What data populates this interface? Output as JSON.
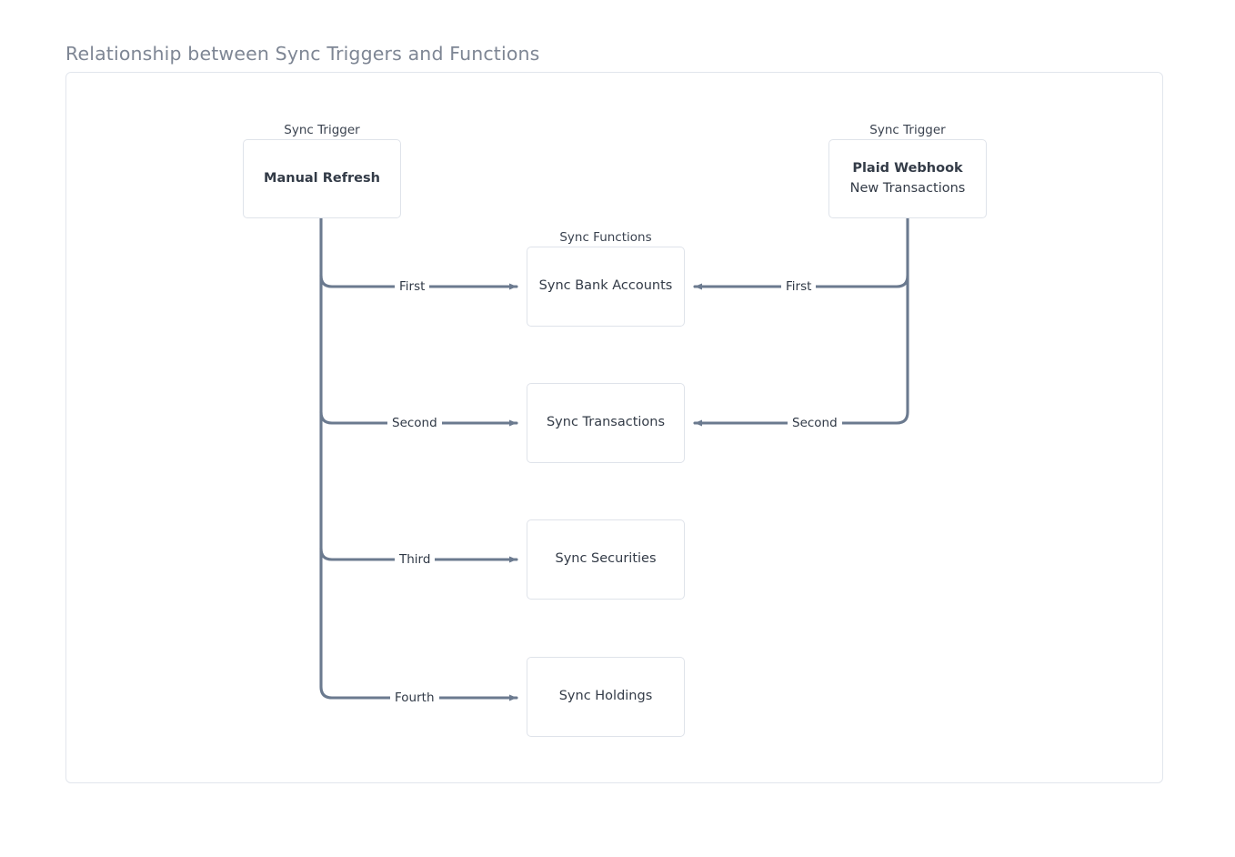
{
  "page": {
    "title": "Relationship between Sync Triggers and Functions",
    "background": "#ffffff"
  },
  "theme": {
    "title_color": "#7e8694",
    "node_text_color": "#333b47",
    "node_border_color": "#dfe3ea",
    "frame_border_color": "#e2e6ed",
    "connector_color": "#6b7a8f",
    "label_color": "#2f3845"
  },
  "diagram": {
    "type": "flow-diagram",
    "groups": [
      {
        "id": "trigger-left",
        "label": "Sync Trigger"
      },
      {
        "id": "functions",
        "label": "Sync Functions"
      },
      {
        "id": "trigger-right",
        "label": "Sync Trigger"
      }
    ],
    "nodes": [
      {
        "id": "manual-refresh",
        "group": "trigger-left",
        "primary": "Manual Refresh",
        "secondary": ""
      },
      {
        "id": "plaid-webhook",
        "group": "trigger-right",
        "primary": "Plaid Webhook",
        "secondary": "New Transactions"
      },
      {
        "id": "sync-bank-accounts",
        "group": "functions",
        "primary": "",
        "plain": "Sync Bank Accounts"
      },
      {
        "id": "sync-transactions",
        "group": "functions",
        "primary": "",
        "plain": "Sync Transactions"
      },
      {
        "id": "sync-securities",
        "group": "functions",
        "primary": "",
        "plain": "Sync Securities"
      },
      {
        "id": "sync-holdings",
        "group": "functions",
        "primary": "",
        "plain": "Sync Holdings"
      }
    ],
    "edges": [
      {
        "id": "e1",
        "from": "manual-refresh",
        "to": "sync-bank-accounts",
        "label": "First"
      },
      {
        "id": "e2",
        "from": "manual-refresh",
        "to": "sync-transactions",
        "label": "Second"
      },
      {
        "id": "e3",
        "from": "manual-refresh",
        "to": "sync-securities",
        "label": "Third"
      },
      {
        "id": "e4",
        "from": "manual-refresh",
        "to": "sync-holdings",
        "label": "Fourth"
      },
      {
        "id": "e5",
        "from": "plaid-webhook",
        "to": "sync-bank-accounts",
        "label": "First"
      },
      {
        "id": "e6",
        "from": "plaid-webhook",
        "to": "sync-transactions",
        "label": "Second"
      }
    ]
  }
}
